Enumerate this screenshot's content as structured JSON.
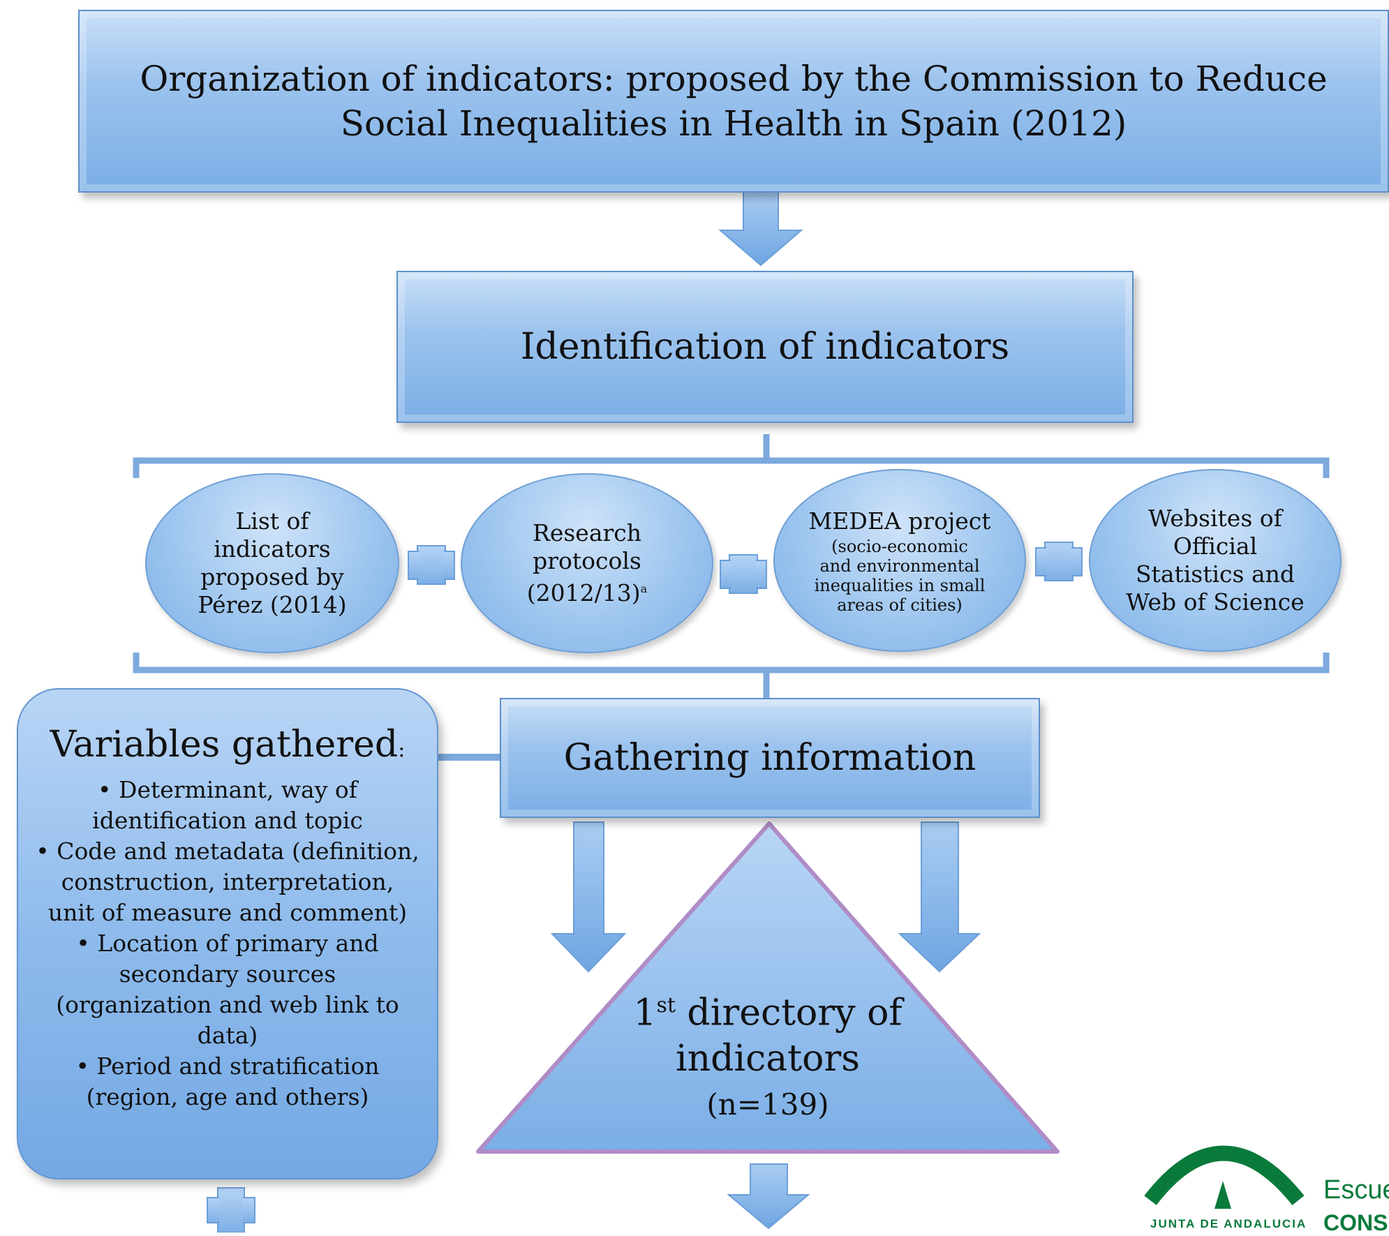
{
  "diagram": {
    "top_box": {
      "line1": "Organization of indicators: proposed by the Commission to Reduce",
      "line2": "Social Inequalities in Health in Spain (2012)"
    },
    "identification_box": {
      "label": "Identification of indicators"
    },
    "sources": [
      {
        "lines": [
          "List of",
          "indicators",
          "proposed by",
          "Pérez (2014)"
        ]
      },
      {
        "lines": [
          "Research",
          "protocols",
          "(2012/13)"
        ],
        "superscript": "a"
      },
      {
        "title": "MEDEA project",
        "lines": [
          "(socio-economic",
          "and environmental",
          "inequalities in small",
          "areas of cities)"
        ]
      },
      {
        "lines": [
          "Websites of",
          "Official",
          "Statistics and",
          "Web of Science"
        ]
      }
    ],
    "gathering_box": {
      "label": "Gathering information"
    },
    "variables_box": {
      "title": "Variables gathered",
      "title_suffix": ":",
      "items": [
        [
          "• Determinant, way of",
          "identification and topic"
        ],
        [
          "• Code and metadata (definition,",
          "construction, interpretation,",
          "unit of measure and comment)"
        ],
        [
          "• Location of primary and",
          "secondary sources",
          "(organization and web link to",
          "data)"
        ],
        [
          "• Period and stratification",
          "(region, age and others)"
        ]
      ]
    },
    "triangle": {
      "prefix": "1",
      "superscript": "st",
      "line1_rest": " directory of",
      "line2": "indicators",
      "line3": "(n=139)"
    }
  },
  "logo": {
    "text_top": "Escuel",
    "text_bottom_left": "JUNTA DE ANDALUCIA",
    "text_bottom_right": "CONS"
  },
  "colors": {
    "box_blue": "#8fbaea",
    "box_border": "#5e8fca",
    "arrow_blue": "#7fb0e6",
    "triangle_edge": "#b08cc6",
    "logo_green": "#0a7a3b"
  }
}
